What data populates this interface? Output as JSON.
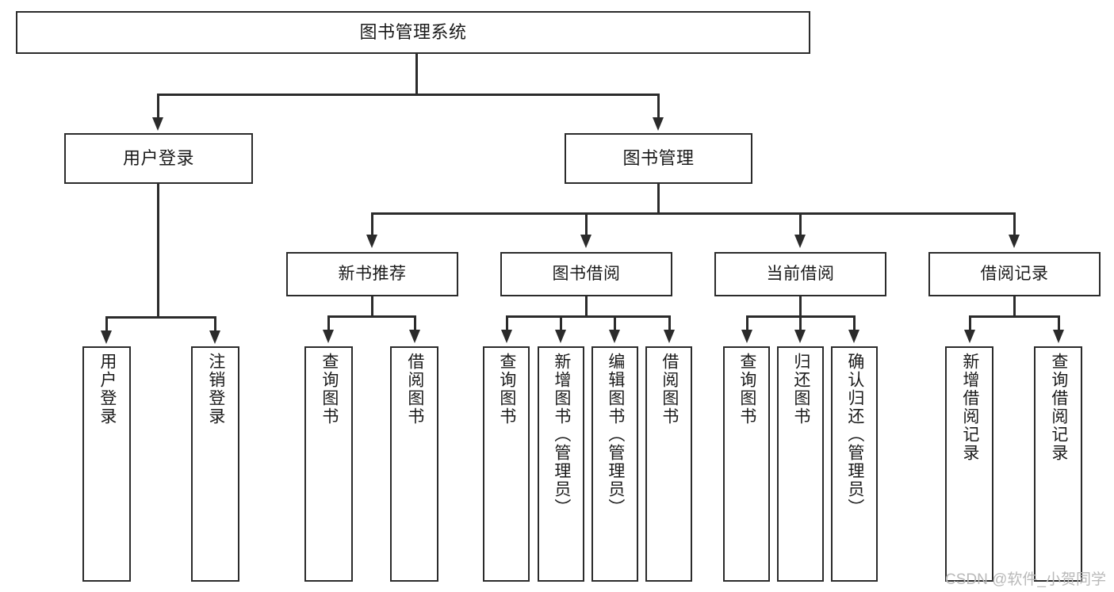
{
  "diagram": {
    "title_node": {
      "label": "图书管理系统"
    },
    "level1": [
      {
        "label": "用户登录"
      },
      {
        "label": "图书管理"
      }
    ],
    "level2": [
      {
        "label": "新书推荐"
      },
      {
        "label": "图书借阅"
      },
      {
        "label": "当前借阅"
      },
      {
        "label": "借阅记录"
      }
    ],
    "leaves": {
      "user_login": [
        {
          "label": "用户登录"
        },
        {
          "label": "注销登录"
        }
      ],
      "new_book_recommend": [
        {
          "label": "查询图书"
        },
        {
          "label": "借阅图书"
        }
      ],
      "book_borrow": [
        {
          "label": "查询图书"
        },
        {
          "label": "新增图书（管理员）"
        },
        {
          "label": "编辑图书（管理员）"
        },
        {
          "label": "借阅图书"
        }
      ],
      "current_borrow": [
        {
          "label": "查询图书"
        },
        {
          "label": "归还图书"
        },
        {
          "label": "确认归还（管理员）"
        }
      ],
      "borrow_record": [
        {
          "label": "新增借阅记录"
        },
        {
          "label": "查询借阅记录"
        }
      ]
    }
  },
  "watermark": {
    "text": "CSDN @软件_小贺同学"
  },
  "colors": {
    "stroke": "#2b2b2b",
    "text": "#1a1a1a",
    "background": "#ffffff",
    "watermark": "#b9b9b9"
  }
}
